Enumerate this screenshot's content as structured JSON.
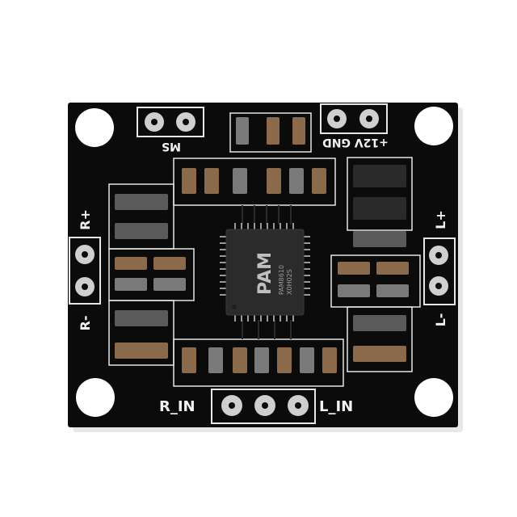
{
  "board": {
    "colors": {
      "background": "#ffffff",
      "pcb": "#0b0b0b",
      "silkscreen": "#f2f2f2",
      "pad_tin": "#c9c9c9",
      "chip": "#2b2b2b",
      "smd_resistor": "#8a6a4a",
      "smd_capacitor": "#7a7a7a"
    },
    "labels": {
      "ms": "MS",
      "power": "+12V GND",
      "r_plus": "R+",
      "r_minus": "R-",
      "l_plus": "L+",
      "l_minus": "L-",
      "r_in": "R_IN",
      "l_in": "L_IN"
    },
    "chip": {
      "brand": "PAM",
      "marking_1": "PAM8610",
      "marking_2": "X0H02S"
    }
  }
}
